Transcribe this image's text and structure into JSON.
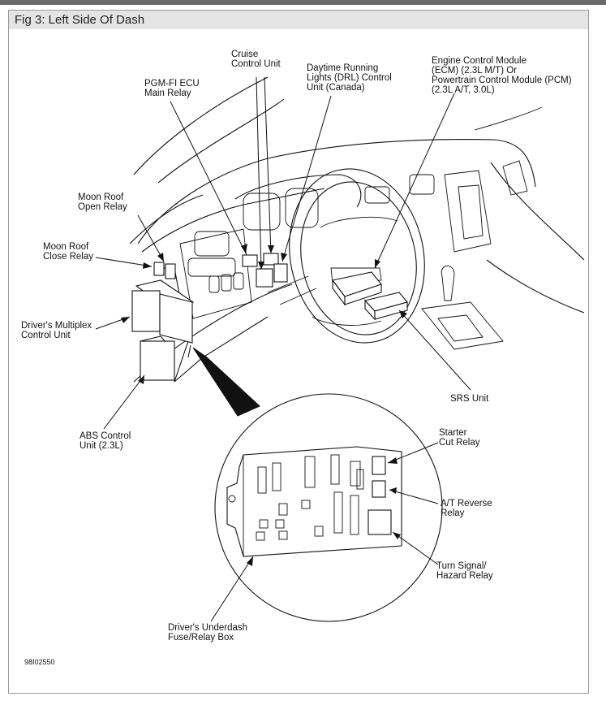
{
  "title": "Fig 3: Left Side Of Dash",
  "figure_code": "98I02550",
  "labels": {
    "cruise_control": "Cruise\nControl Unit",
    "pgm_fi": "PGM-FI ECU\nMain Relay",
    "drl": "Daytime Running\nLights (DRL) Control\nUnit (Canada)",
    "ecm_pcm": "Engine Control Module\n(ECM) (2.3L M/T) Or\nPowertrain Control Module (PCM)\n(2.3L A/T, 3.0L)",
    "moon_roof_open": "Moon Roof\nOpen Relay",
    "moon_roof_close": "Moon Roof\nClose Relay",
    "drivers_multiplex": "Driver's Multiplex\nControl Unit",
    "srs_unit": "SRS Unit",
    "abs_control": "ABS Control\nUnit (2.3L)",
    "starter_cut": "Starter\nCut Relay",
    "at_reverse": "A/T Reverse\nRelay",
    "turn_signal": "Turn Signal/\nHazard Relay",
    "underdash_box": "Driver's Underdash\nFuse/Relay Box"
  }
}
